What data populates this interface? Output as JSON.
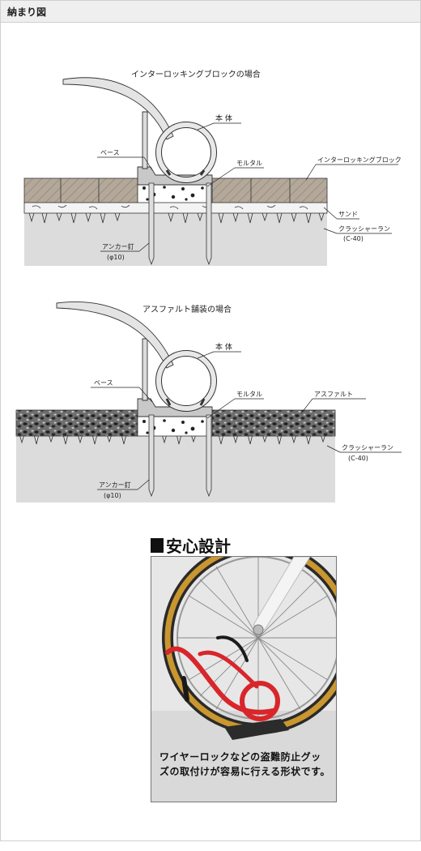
{
  "header": {
    "title": "納まり図"
  },
  "diagram1": {
    "title": "インターロッキングブロックの場合",
    "labels": {
      "body": "本 体",
      "base": "ベース",
      "mortar": "モルタル",
      "surface": "インターロッキングブロック",
      "sand": "サンド",
      "crusher": "クラッシャーラン",
      "crusher_spec": "(C-40)",
      "anchor": "アンカー釘",
      "anchor_spec": "(φ10)"
    }
  },
  "diagram2": {
    "title": "アスファルト舗装の場合",
    "labels": {
      "body": "本 体",
      "base": "ベース",
      "mortar": "モルタル",
      "surface": "アスファルト",
      "crusher": "クラッシャーラン",
      "crusher_spec": "(C-40)",
      "anchor": "アンカー釘",
      "anchor_spec": "(φ10)"
    }
  },
  "safety": {
    "title": "安心設計",
    "caption": "ワイヤーロックなどの盗難防止グッズの取付けが容易に行える形状です。"
  },
  "colors": {
    "block": "#b3a89a",
    "soil": "#dcdcdc",
    "stand_red": "#d8262a",
    "tire": "#c9962f"
  }
}
